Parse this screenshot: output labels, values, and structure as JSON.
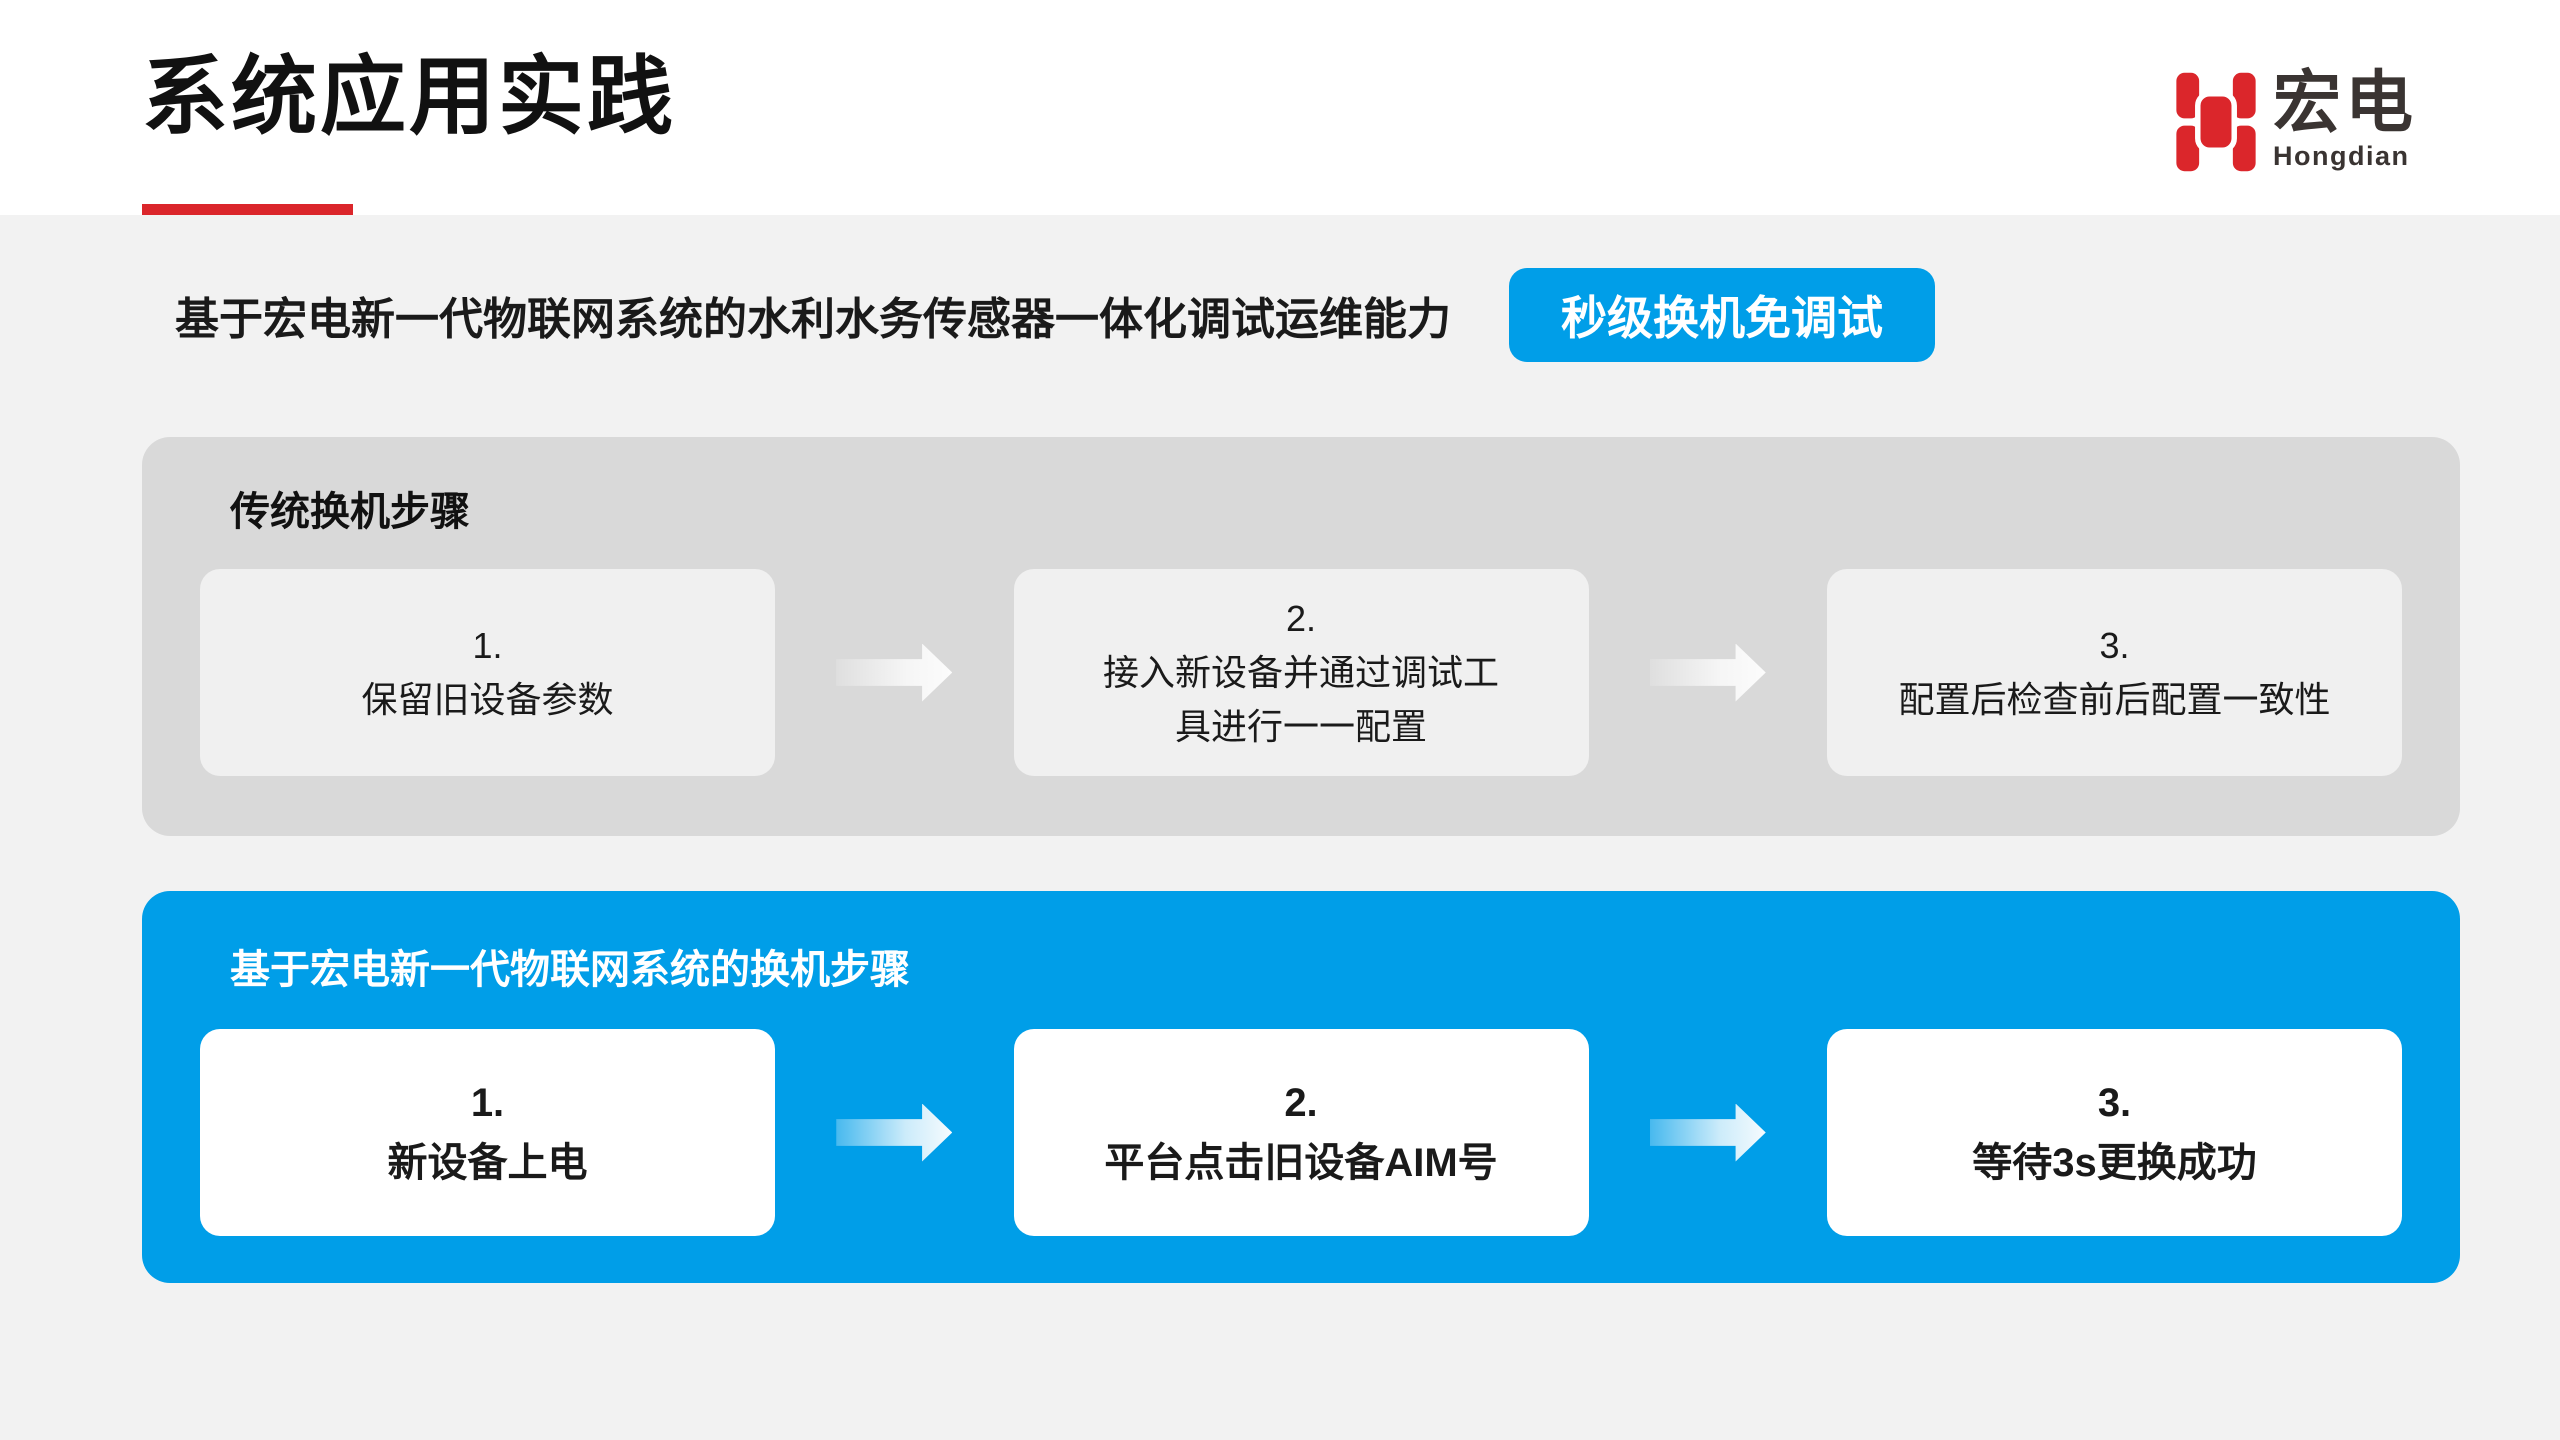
{
  "page": {
    "title": "系统应用实践",
    "subtitle": "基于宏电新一代物联网系统的水利水务传感器一体化调试运维能力",
    "badge": "秒级换机免调试"
  },
  "logo": {
    "name": "宏电",
    "subname": "Hongdian"
  },
  "colors": {
    "accent_blue": "#009ee8",
    "brand_red": "#db262b",
    "panel_gray": "#d9d9d9",
    "content_bg": "#f2f2f2"
  },
  "traditional": {
    "title": "传统换机步骤",
    "steps": [
      {
        "num": "1.",
        "text": "保留旧设备参数"
      },
      {
        "num": "2.",
        "text": "接入新设备并通过调试工\n具进行一一配置"
      },
      {
        "num": "3.",
        "text": "配置后检查前后配置一致性"
      }
    ]
  },
  "hongdian_flow": {
    "title": "基于宏电新一代物联网系统的换机步骤",
    "steps": [
      {
        "num": "1.",
        "text": "新设备上电"
      },
      {
        "num": "2.",
        "text": "平台点击旧设备AIM号"
      },
      {
        "num": "3.",
        "text": "等待3s更换成功"
      }
    ]
  }
}
